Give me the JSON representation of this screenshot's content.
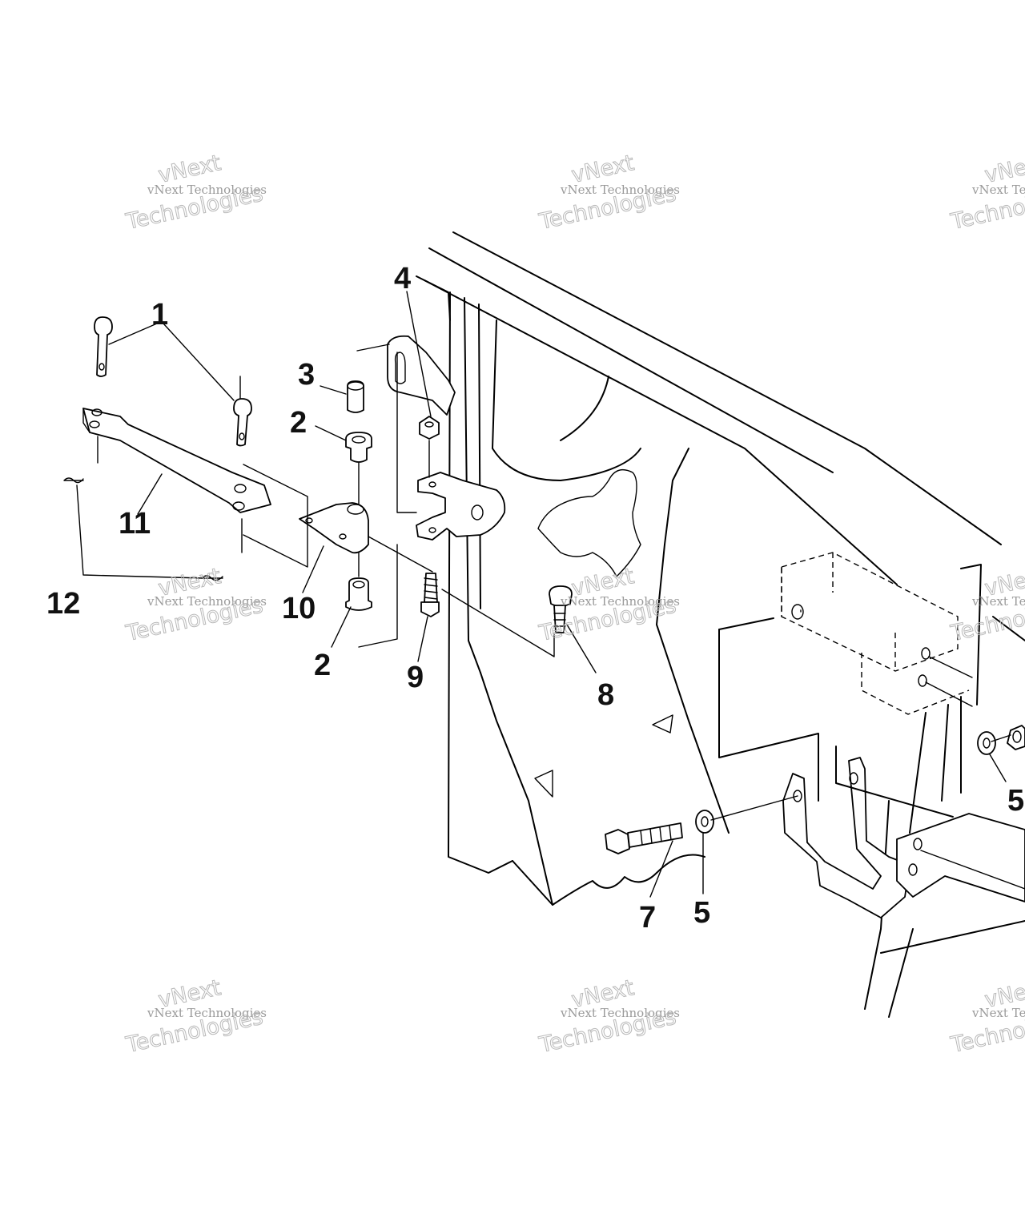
{
  "diagram": {
    "callouts": [
      {
        "id": "c1",
        "text": "1"
      },
      {
        "id": "c2a",
        "text": "2"
      },
      {
        "id": "c2b",
        "text": "2"
      },
      {
        "id": "c3",
        "text": "3"
      },
      {
        "id": "c4",
        "text": "4"
      },
      {
        "id": "c5a",
        "text": "5"
      },
      {
        "id": "c5b",
        "text": "5"
      },
      {
        "id": "c7",
        "text": "7"
      },
      {
        "id": "c8",
        "text": "8"
      },
      {
        "id": "c9",
        "text": "9"
      },
      {
        "id": "c10",
        "text": "10"
      },
      {
        "id": "c11",
        "text": "11"
      },
      {
        "id": "c12",
        "text": "12"
      }
    ],
    "watermark": {
      "line_a": "vNext Technologies",
      "line_b": "vNext",
      "line_c": "Technologies"
    }
  }
}
